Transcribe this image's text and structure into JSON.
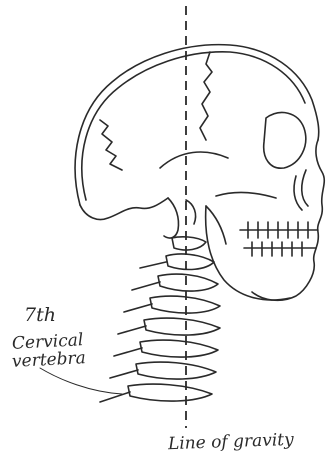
{
  "illustration": {
    "subject": "skull-and-cervical-spine-lateral-view",
    "labels": {
      "vertebra_number": "7th",
      "vertebra_line1": "Cervical",
      "vertebra_line2": "vertebra",
      "gravity_line": "Line of gravity"
    },
    "colors": {
      "ink": "#2a2a2a",
      "background": "#ffffff"
    }
  }
}
